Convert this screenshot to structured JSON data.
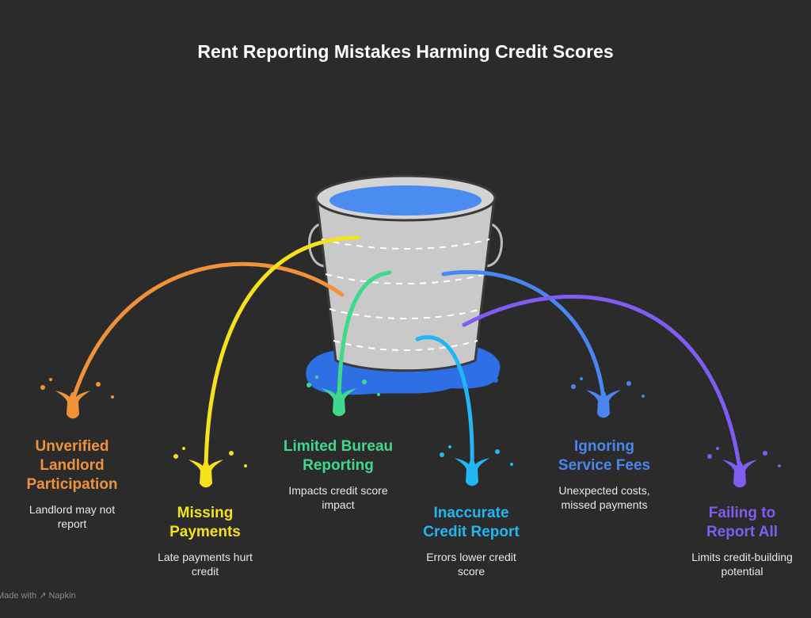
{
  "title": "Rent Reporting Mistakes Harming Credit Scores",
  "footer": "Made with ↗ Napkin",
  "colors": {
    "background": "#2b2b2b",
    "bucket": "#c9c9c9",
    "water": "#4a8cf0",
    "puddle": "#2e6fe6"
  },
  "items": [
    {
      "title": "Unverified Landlord Participation",
      "desc": "Landlord may not report",
      "color": "#f0923a"
    },
    {
      "title": "Missing Payments",
      "desc": "Late payments hurt credit",
      "color": "#f5e11c"
    },
    {
      "title": "Limited Bureau Reporting",
      "desc": "Impacts credit score impact",
      "color": "#3fd98b"
    },
    {
      "title": "Inaccurate Credit Report",
      "desc": "Errors lower credit score",
      "color": "#22b6f2"
    },
    {
      "title": "Ignoring Service Fees",
      "desc": "Unexpected costs, missed payments",
      "color": "#4a86f0"
    },
    {
      "title": "Failing to Report All",
      "desc": "Limits credit-building potential",
      "color": "#7f5cf2"
    }
  ]
}
